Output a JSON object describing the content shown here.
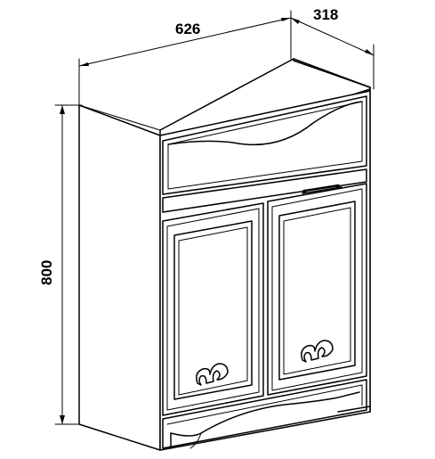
{
  "dimensions": {
    "width": "626",
    "depth": "318",
    "height": "800"
  },
  "colors": {
    "line": "#000000",
    "background": "#ffffff"
  }
}
